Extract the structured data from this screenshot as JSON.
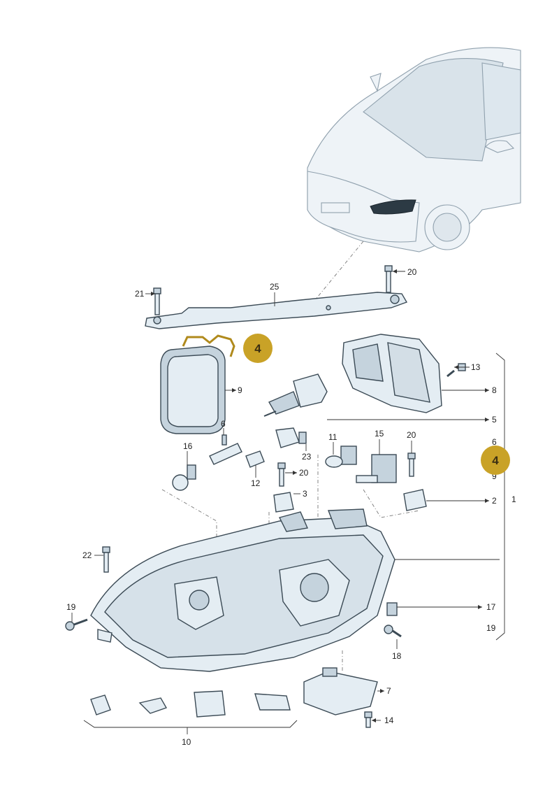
{
  "callouts": {
    "c1": "1",
    "c2": "2",
    "c3": "3",
    "c5": "5",
    "c6a": "6",
    "c6b": "6",
    "c7": "7",
    "c8": "8",
    "c9a": "9",
    "c9b": "9",
    "c10": "10",
    "c11": "11",
    "c12": "12",
    "c13": "13",
    "c14": "14",
    "c15": "15",
    "c16": "16",
    "c17": "17",
    "c18": "18",
    "c19a": "19",
    "c19b": "19",
    "c20a": "20",
    "c20b": "20",
    "c20c": "20",
    "c21": "21",
    "c22": "22",
    "c23": "23",
    "c25": "25"
  },
  "highlight": {
    "badge1": "4",
    "badge2": "4",
    "color": "#c9a227",
    "outline_color": "#b08a1c"
  }
}
